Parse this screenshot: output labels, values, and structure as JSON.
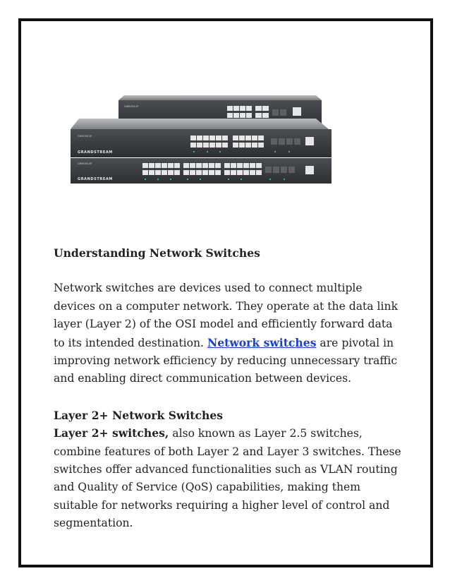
{
  "image": {
    "alt": "Grandstream network switches",
    "brand_text": "GRANDSTREAM",
    "models": [
      "GWN7811P",
      "GWN7812P",
      "GWN7813P"
    ]
  },
  "section1": {
    "heading": "Understanding Network Switches",
    "para_before_link": "Network switches are devices used to connect multiple devices on a computer network. They operate at the data link layer (Layer 2) of the OSI model and efficiently forward data to its intended destination. ",
    "link_text": "Network switches",
    "para_after_link": " are pivotal in improving network efficiency by reducing unnecessary traffic and enabling direct communication between devices."
  },
  "section2": {
    "heading": "Layer 2+ Network Switches",
    "bold_lead": "Layer 2+ switches,",
    "para_rest": " also known as Layer 2.5 switches, combine features of both Layer 2 and Layer 3 switches. These switches offer advanced functionalities such as VLAN routing and Quality of Service (QoS) capabilities, making them suitable for networks requiring a higher level of control and segmentation."
  },
  "colors": {
    "link": "#1a3fcf",
    "frame": "#111111",
    "switch_body": "#3a3d40",
    "switch_top": "#8a8d90",
    "port_led": "#2ecc71"
  }
}
